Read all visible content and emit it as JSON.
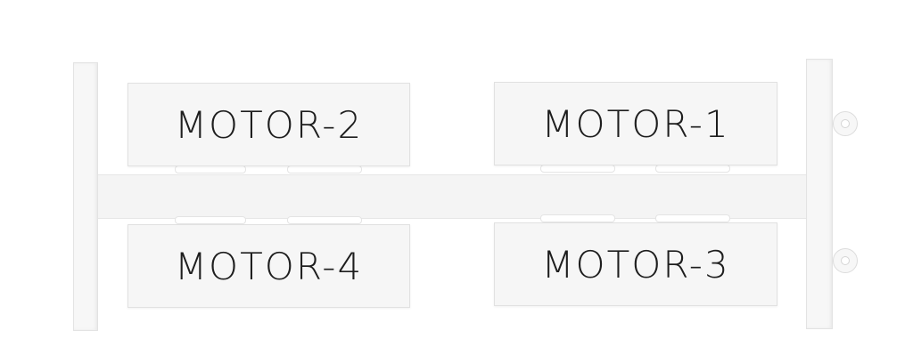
{
  "markers": {
    "top_left": "MOTOR-2",
    "top_right": "MOTOR-1",
    "bottom_left": "MOTOR-4",
    "bottom_right": "MOTOR-3"
  },
  "colors": {
    "background": "#ffffff",
    "plastic": "#f6f6f6",
    "text": "#1e1e1e"
  }
}
